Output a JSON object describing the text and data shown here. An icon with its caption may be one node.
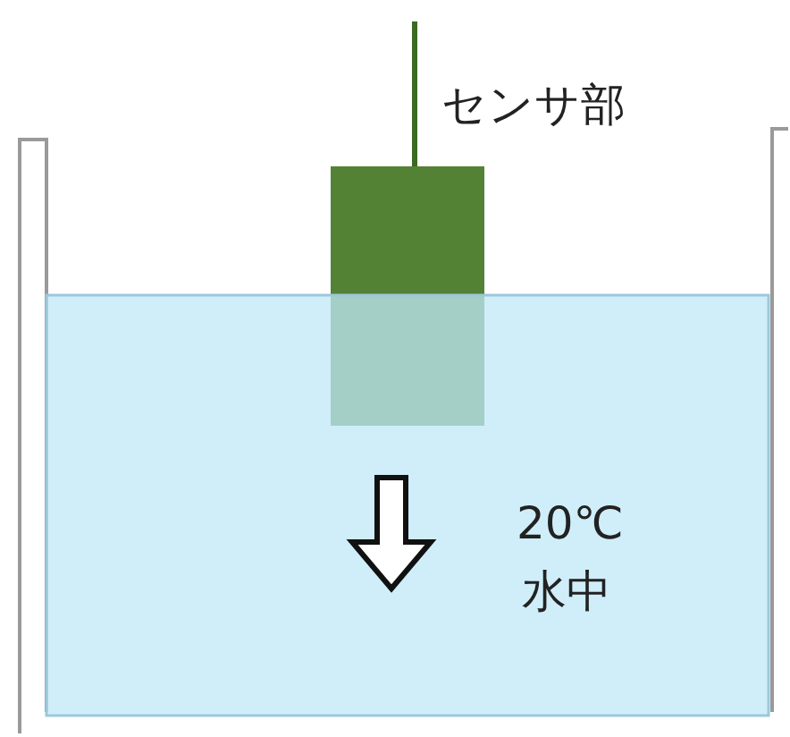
{
  "diagram": {
    "labels": [
      "センサ部",
      "20℃",
      "水中"
    ]
  }
}
